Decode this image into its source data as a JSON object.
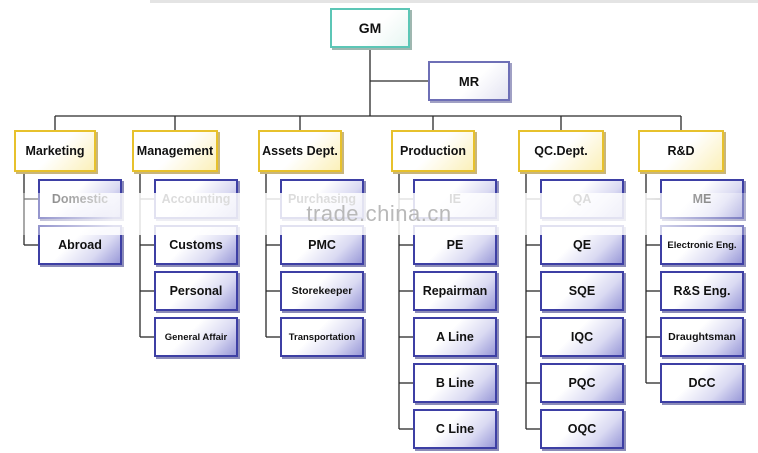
{
  "top": {
    "gm": "GM",
    "mr": "MR"
  },
  "departments": [
    {
      "name": "Marketing",
      "items": [
        "Domestic",
        "Abroad"
      ]
    },
    {
      "name": "Management",
      "items": [
        "Accounting",
        "Customs",
        "Personal",
        "General Affair"
      ]
    },
    {
      "name": "Assets Dept.",
      "items": [
        "Purchasing",
        "PMC",
        "Storekeeper",
        "Transportation"
      ]
    },
    {
      "name": "Production",
      "items": [
        "IE",
        "PE",
        "Repairman",
        "A Line",
        "B Line",
        "C Line"
      ]
    },
    {
      "name": "QC.Dept.",
      "items": [
        "QA",
        "QE",
        "SQE",
        "IQC",
        "PQC",
        "OQC"
      ]
    },
    {
      "name": "R&D",
      "items": [
        "ME",
        "Electronic Eng.",
        "R&S Eng.",
        "Draughtsman",
        "DCC"
      ]
    }
  ],
  "watermark": "trade.china.cn"
}
